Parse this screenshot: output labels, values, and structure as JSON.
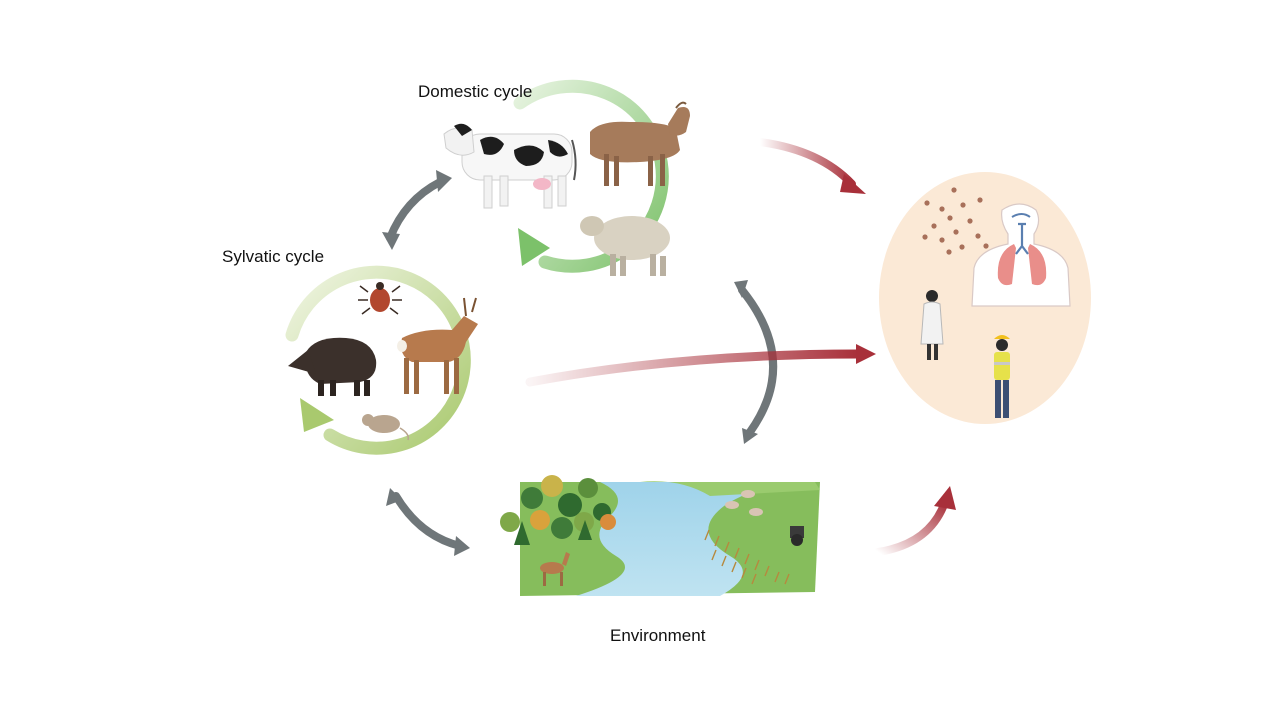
{
  "labels": {
    "domestic": "Domestic cycle",
    "sylvatic": "Sylvatic cycle",
    "environment": "Environment"
  },
  "colors": {
    "domestic_cycle_arrow": "#7cc16a",
    "sylvatic_cycle_arrow": "#a9c96e",
    "exchange_arrow": "#6f7679",
    "transmission_arrow": "#a8303a",
    "human_zone": "#fbe9d6"
  },
  "icons": [
    "cow-icon",
    "goat-icon",
    "sheep-icon",
    "wild-boar-icon",
    "roe-deer-icon",
    "tick-icon",
    "mouse-icon",
    "landscape-icon",
    "person-labcoat-icon",
    "person-worker-icon",
    "lungs-icon",
    "particles-icon"
  ]
}
